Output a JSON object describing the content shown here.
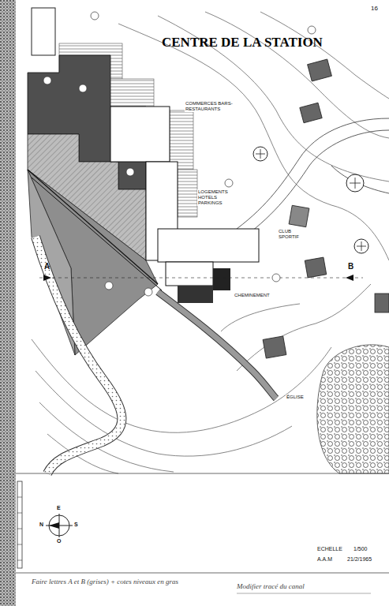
{
  "diagram": {
    "title": "CENTRE DE LA STATION",
    "labels": [
      "COMMERCES BARS-RESTAURANTS",
      "LOGEMENTS HOTELS PARKINGS",
      "CHEMINEMENT",
      "CLUB SPORTIF",
      "ÉGLISE",
      "A",
      "B",
      "ECHELLE",
      "1/500",
      "A.A.M",
      "21/2/1965",
      "N",
      "S",
      "E",
      "O",
      "16",
      "Faire lettres A et B (grises) + cotes niveaux en gras",
      "Modifier tracé du canal"
    ]
  }
}
